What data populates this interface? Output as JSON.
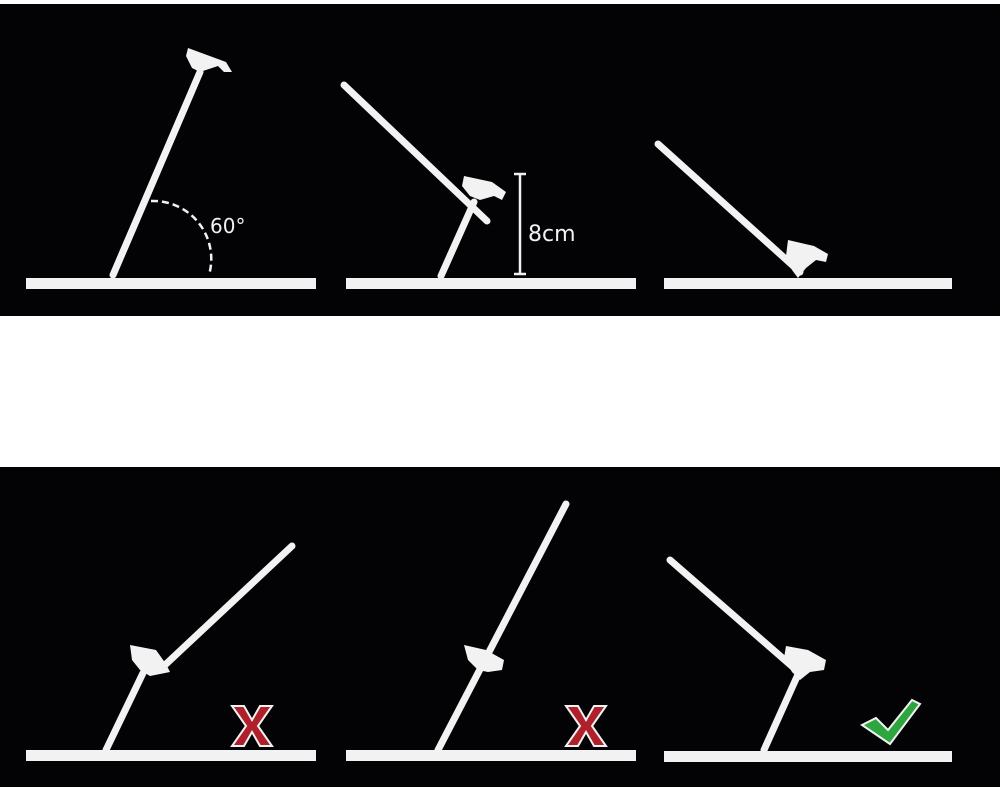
{
  "top_row": {
    "steps": [
      {
        "id": "step-1",
        "annotation": "60°",
        "description": "Stake inserted at 60 degree angle"
      },
      {
        "id": "step-2",
        "annotation": "8cm",
        "description": "Second stake crossed through hook at 8cm height"
      },
      {
        "id": "step-3",
        "annotation": "",
        "description": "Stake driven fully into ground"
      }
    ]
  },
  "bottom_row": {
    "examples": [
      {
        "id": "example-1",
        "result": "incorrect",
        "mark": "X"
      },
      {
        "id": "example-2",
        "result": "incorrect",
        "mark": "X"
      },
      {
        "id": "example-3",
        "result": "correct",
        "mark": "✔"
      }
    ]
  },
  "colors": {
    "background": "#030305",
    "line": "#f2f2f2",
    "separator": "#ffffff",
    "wrong_mark": "#b0202a",
    "right_mark": "#2ea640"
  }
}
